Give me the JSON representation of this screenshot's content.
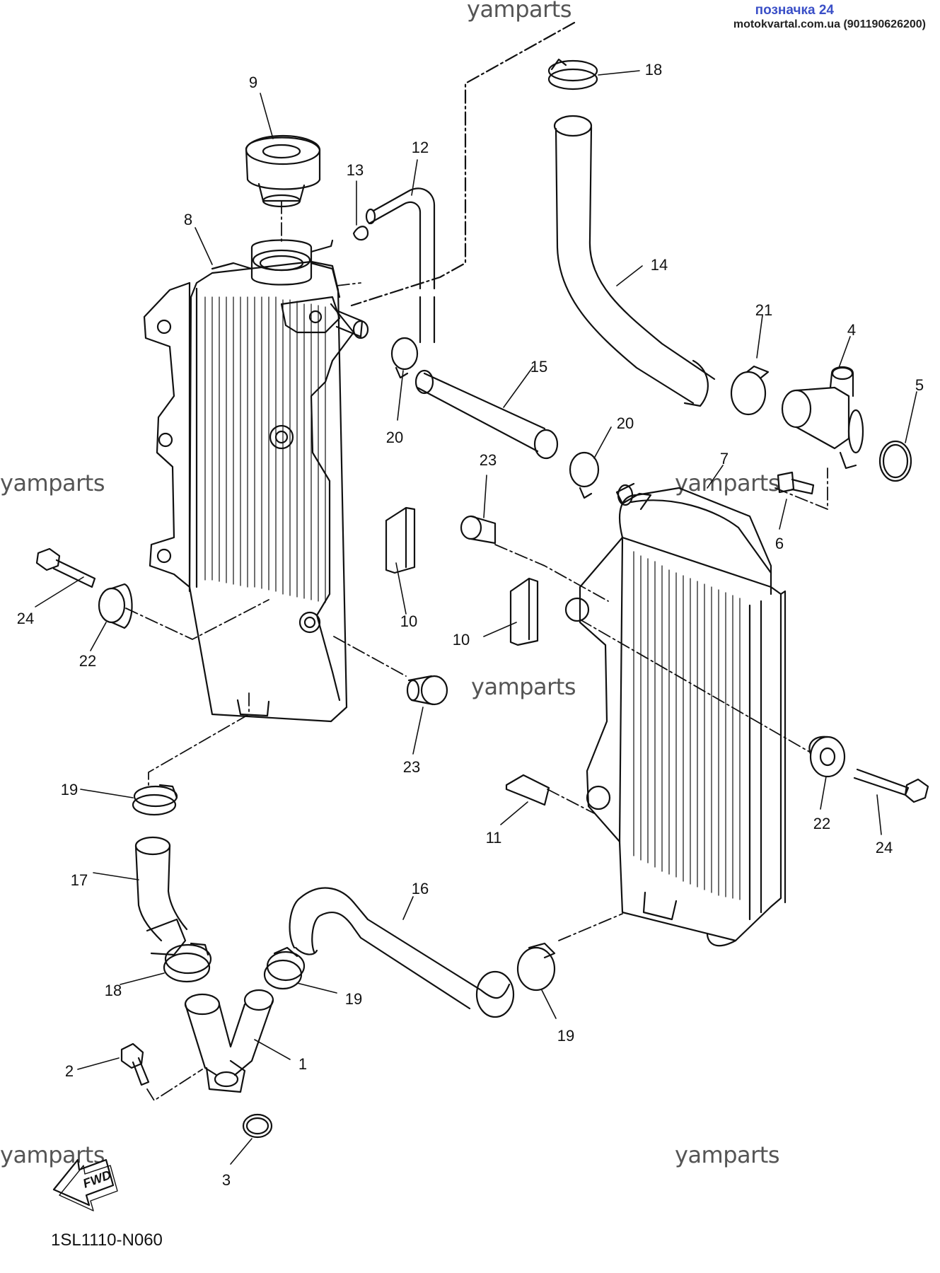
{
  "header": {
    "tag": "позначка 24",
    "site": "motokvartal.com.ua (901190626200)"
  },
  "watermarks": [
    "yamparts",
    "yamparts",
    "yamparts",
    "yamparts",
    "yamparts",
    "yamparts"
  ],
  "diagram_code": "1SL1110-N060",
  "fwd_label": "FWD",
  "callouts": [
    "9",
    "13",
    "12",
    "8",
    "18",
    "14",
    "21",
    "4",
    "5",
    "15",
    "20",
    "20",
    "23",
    "7",
    "6",
    "24",
    "22",
    "10",
    "10",
    "23",
    "19",
    "11",
    "22",
    "24",
    "17",
    "16",
    "18",
    "19",
    "19",
    "1",
    "2",
    "3"
  ]
}
